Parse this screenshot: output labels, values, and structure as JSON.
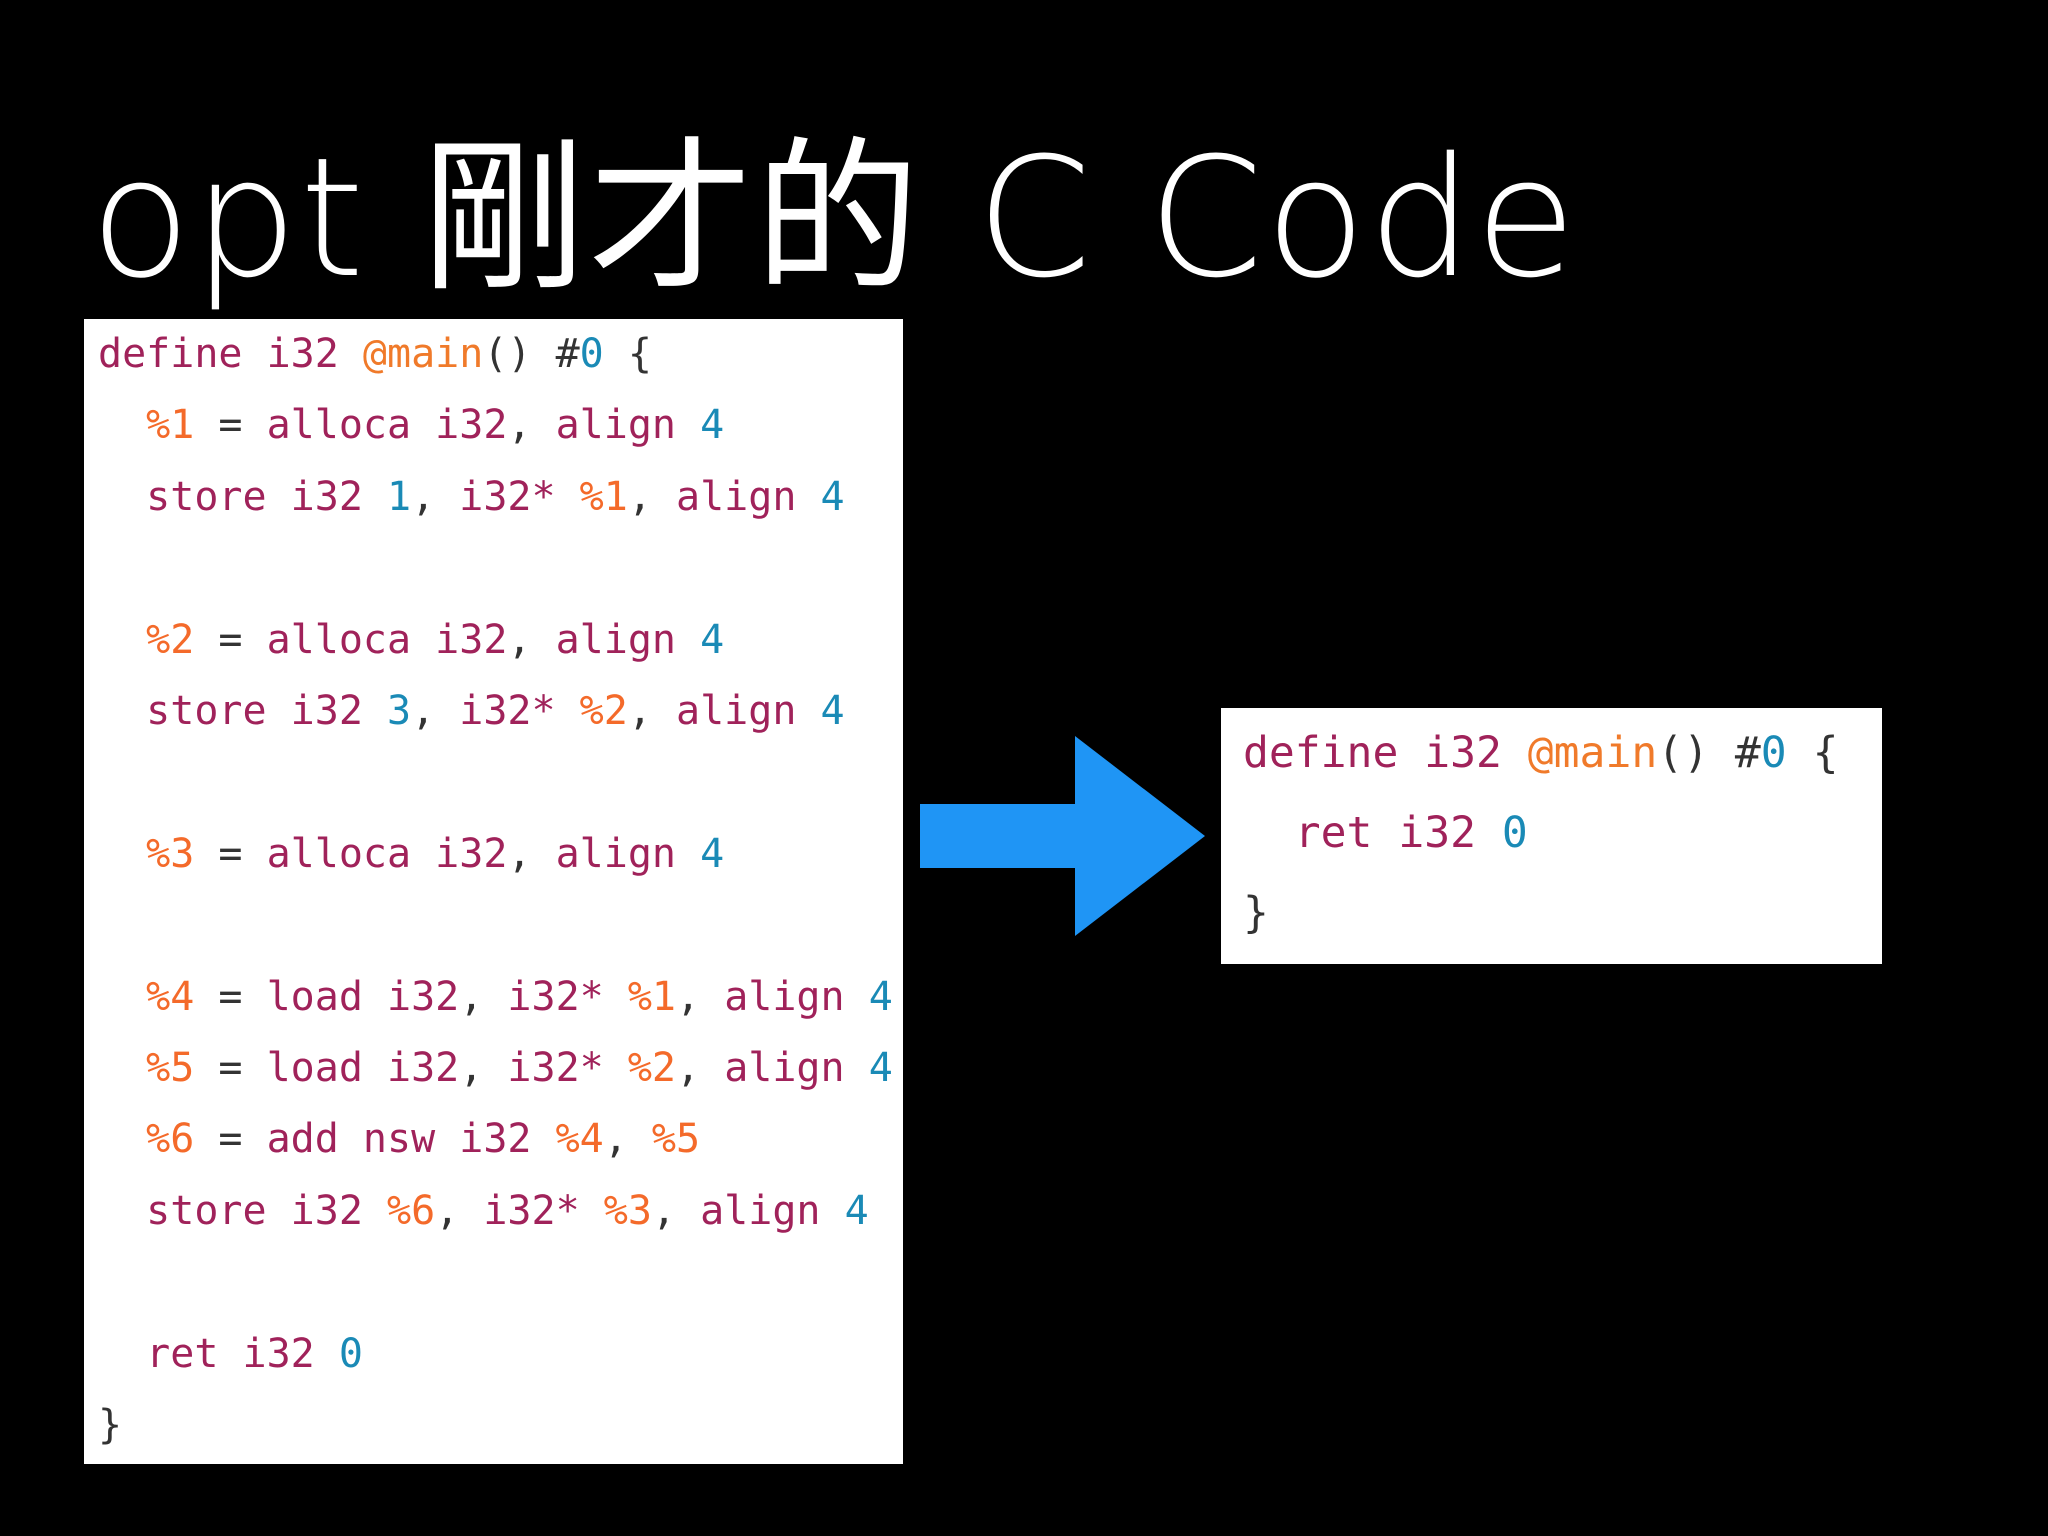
{
  "slide": {
    "title": "opt 剛才的 C Code"
  },
  "before_code": {
    "lines": [
      [
        {
          "t": "define i32 ",
          "c": "kw"
        },
        {
          "t": "@main",
          "c": "glob"
        },
        {
          "t": "() #",
          "c": "punc"
        },
        {
          "t": "0",
          "c": "num"
        },
        {
          "t": " {",
          "c": "punc"
        }
      ],
      [
        {
          "t": "  ",
          "c": "punc"
        },
        {
          "t": "%1",
          "c": "reg"
        },
        {
          "t": " = ",
          "c": "punc"
        },
        {
          "t": "alloca i32",
          "c": "kw"
        },
        {
          "t": ", ",
          "c": "punc"
        },
        {
          "t": "align ",
          "c": "kw"
        },
        {
          "t": "4",
          "c": "num"
        }
      ],
      [
        {
          "t": "  store i32 ",
          "c": "kw"
        },
        {
          "t": "1",
          "c": "num"
        },
        {
          "t": ", ",
          "c": "punc"
        },
        {
          "t": "i32* ",
          "c": "kw"
        },
        {
          "t": "%1",
          "c": "reg"
        },
        {
          "t": ", ",
          "c": "punc"
        },
        {
          "t": "align ",
          "c": "kw"
        },
        {
          "t": "4",
          "c": "num"
        }
      ],
      [],
      [
        {
          "t": "  ",
          "c": "punc"
        },
        {
          "t": "%2",
          "c": "reg"
        },
        {
          "t": " = ",
          "c": "punc"
        },
        {
          "t": "alloca i32",
          "c": "kw"
        },
        {
          "t": ", ",
          "c": "punc"
        },
        {
          "t": "align ",
          "c": "kw"
        },
        {
          "t": "4",
          "c": "num"
        }
      ],
      [
        {
          "t": "  store i32 ",
          "c": "kw"
        },
        {
          "t": "3",
          "c": "num"
        },
        {
          "t": ", ",
          "c": "punc"
        },
        {
          "t": "i32* ",
          "c": "kw"
        },
        {
          "t": "%2",
          "c": "reg"
        },
        {
          "t": ", ",
          "c": "punc"
        },
        {
          "t": "align ",
          "c": "kw"
        },
        {
          "t": "4",
          "c": "num"
        }
      ],
      [],
      [
        {
          "t": "  ",
          "c": "punc"
        },
        {
          "t": "%3",
          "c": "reg"
        },
        {
          "t": " = ",
          "c": "punc"
        },
        {
          "t": "alloca i32",
          "c": "kw"
        },
        {
          "t": ", ",
          "c": "punc"
        },
        {
          "t": "align ",
          "c": "kw"
        },
        {
          "t": "4",
          "c": "num"
        }
      ],
      [],
      [
        {
          "t": "  ",
          "c": "punc"
        },
        {
          "t": "%4",
          "c": "reg"
        },
        {
          "t": " = ",
          "c": "punc"
        },
        {
          "t": "load i32",
          "c": "kw"
        },
        {
          "t": ", ",
          "c": "punc"
        },
        {
          "t": "i32* ",
          "c": "kw"
        },
        {
          "t": "%1",
          "c": "reg"
        },
        {
          "t": ", ",
          "c": "punc"
        },
        {
          "t": "align ",
          "c": "kw"
        },
        {
          "t": "4",
          "c": "num"
        }
      ],
      [
        {
          "t": "  ",
          "c": "punc"
        },
        {
          "t": "%5",
          "c": "reg"
        },
        {
          "t": " = ",
          "c": "punc"
        },
        {
          "t": "load i32",
          "c": "kw"
        },
        {
          "t": ", ",
          "c": "punc"
        },
        {
          "t": "i32* ",
          "c": "kw"
        },
        {
          "t": "%2",
          "c": "reg"
        },
        {
          "t": ", ",
          "c": "punc"
        },
        {
          "t": "align ",
          "c": "kw"
        },
        {
          "t": "4",
          "c": "num"
        }
      ],
      [
        {
          "t": "  ",
          "c": "punc"
        },
        {
          "t": "%6",
          "c": "reg"
        },
        {
          "t": " = ",
          "c": "punc"
        },
        {
          "t": "add nsw i32 ",
          "c": "kw"
        },
        {
          "t": "%4",
          "c": "reg"
        },
        {
          "t": ", ",
          "c": "punc"
        },
        {
          "t": "%5",
          "c": "reg"
        }
      ],
      [
        {
          "t": "  store i32 ",
          "c": "kw"
        },
        {
          "t": "%6",
          "c": "reg"
        },
        {
          "t": ", ",
          "c": "punc"
        },
        {
          "t": "i32* ",
          "c": "kw"
        },
        {
          "t": "%3",
          "c": "reg"
        },
        {
          "t": ", ",
          "c": "punc"
        },
        {
          "t": "align ",
          "c": "kw"
        },
        {
          "t": "4",
          "c": "num"
        }
      ],
      [],
      [
        {
          "t": "  ret i32 ",
          "c": "kw"
        },
        {
          "t": "0",
          "c": "num"
        }
      ],
      [
        {
          "t": "}",
          "c": "punc"
        }
      ]
    ]
  },
  "after_code": {
    "lines": [
      [
        {
          "t": "define i32 ",
          "c": "kw"
        },
        {
          "t": "@main",
          "c": "glob"
        },
        {
          "t": "() #",
          "c": "punc"
        },
        {
          "t": "0",
          "c": "num"
        },
        {
          "t": " {",
          "c": "punc"
        }
      ],
      [
        {
          "t": "  ret i32 ",
          "c": "kw"
        },
        {
          "t": "0",
          "c": "num"
        }
      ],
      [
        {
          "t": "}",
          "c": "punc"
        }
      ]
    ]
  },
  "colors": {
    "background": "#000000",
    "title": "#ffffff",
    "panel": "#ffffff",
    "keyword": "#a0225a",
    "register": "#f46a2a",
    "number": "#1a8ab6",
    "arrow": "#1f95f5"
  },
  "icons": {
    "transform_arrow": "right-arrow-icon"
  }
}
